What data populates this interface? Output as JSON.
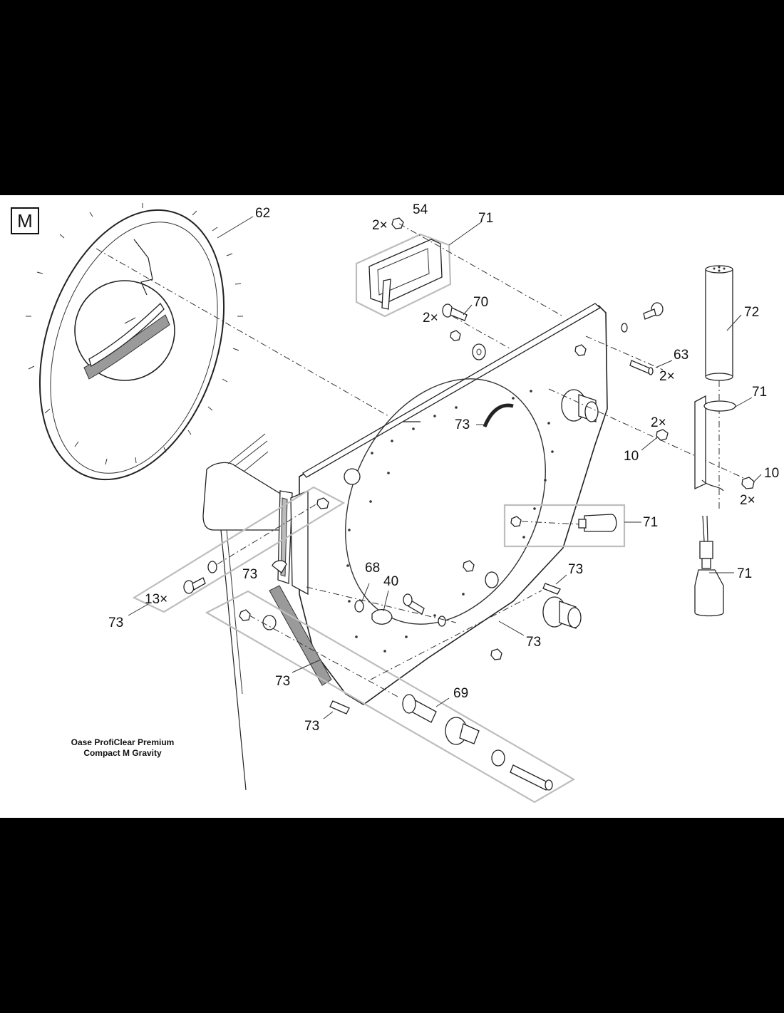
{
  "figure": {
    "section_badge": "M",
    "caption_line1": "Oase ProfiClear Premium",
    "caption_line2": "Compact M Gravity"
  },
  "callouts": {
    "c62": "62",
    "c54": "54",
    "c54_qty": "2×",
    "c71_top": "71",
    "c70": "70",
    "c70_qty": "2×",
    "c72": "72",
    "c63": "63",
    "c63_qty": "2×",
    "c71_bracket": "71",
    "c10_qty": "2×",
    "c10_left": "10",
    "c10_right": "10",
    "c10_right_qty": "2×",
    "c73_upper": "73",
    "c71_float": "71",
    "c71_sensor": "71",
    "c68": "68",
    "c40": "40",
    "c73_clip": "73",
    "c73_right_small": "73",
    "c13_qty": "13×",
    "c73_screws": "73",
    "c73_panel": "73",
    "c73_strip": "73",
    "c69": "69",
    "c73_bottom": "73"
  }
}
